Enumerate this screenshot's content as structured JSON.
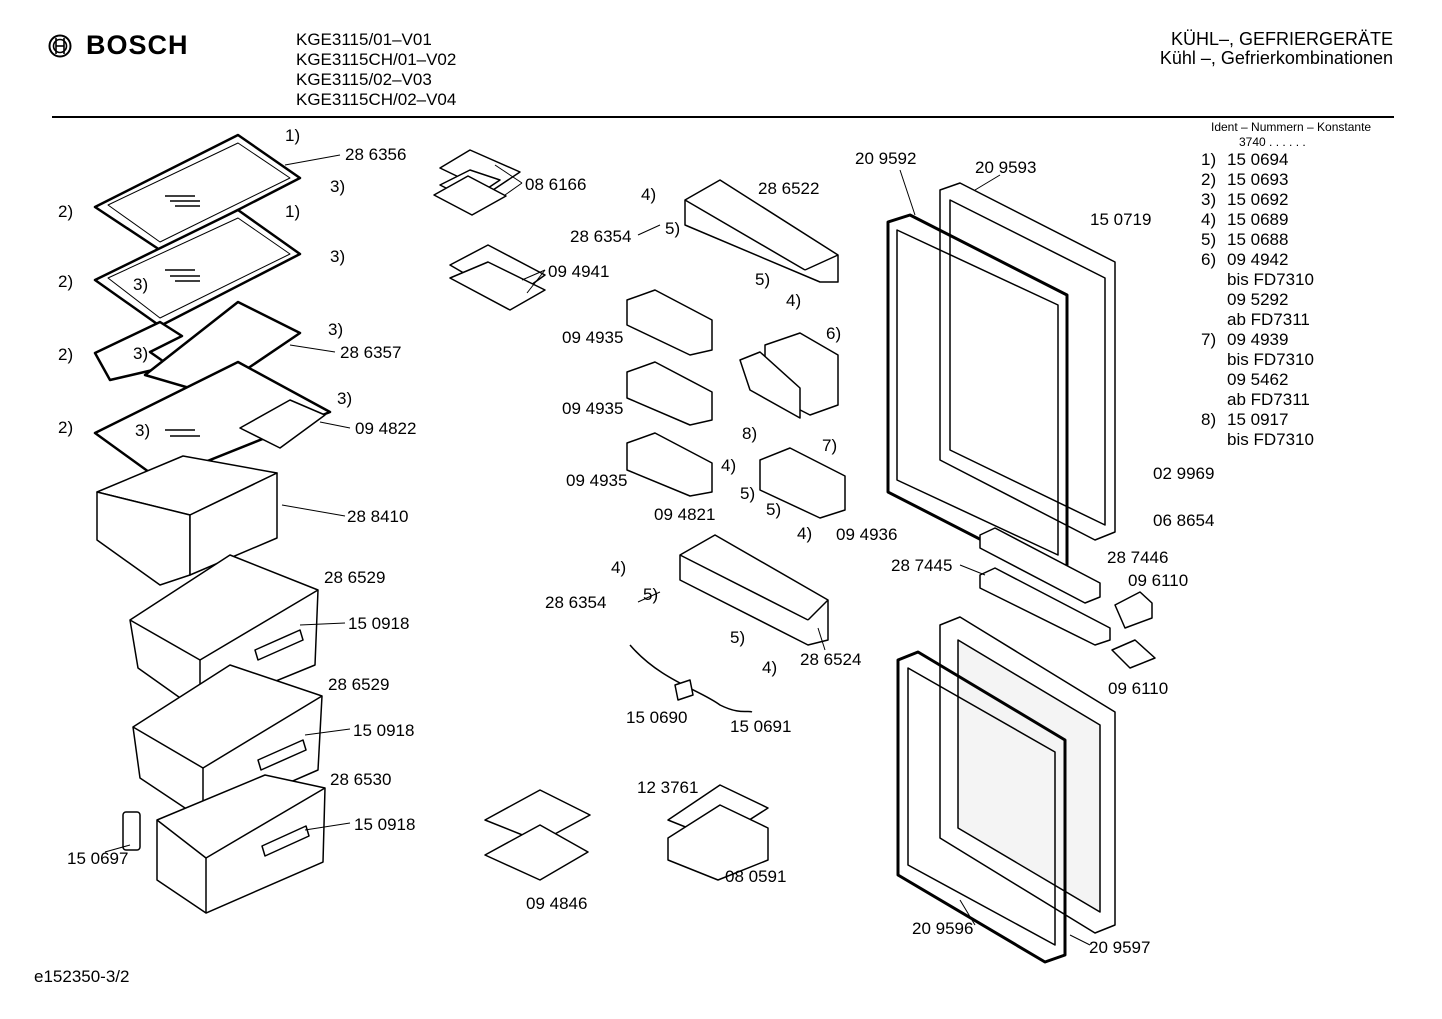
{
  "header": {
    "brand": "BOSCH",
    "models": [
      "KGE3115/01–V01",
      "KGE3115CH/01–V02",
      "KGE3115/02–V03",
      "KGE3115CH/02–V04"
    ],
    "category_line1": "KÜHL–, GEFRIERGERÄTE",
    "category_line2": "Kühl –, Gefrierkombinationen"
  },
  "ident": {
    "title": "Ident – Nummern – Konstante",
    "code": "3740 . .   . . . ."
  },
  "legend": [
    {
      "num": "1)",
      "part": "15 0694"
    },
    {
      "num": "2)",
      "part": "15 0693"
    },
    {
      "num": "3)",
      "part": "15 0692"
    },
    {
      "num": "4)",
      "part": "15 0689"
    },
    {
      "num": "5)",
      "part": "15 0688"
    },
    {
      "num": "6)",
      "part": "09 4942"
    },
    {
      "num": "",
      "part": "bis FD7310"
    },
    {
      "num": "",
      "part": "09 5292"
    },
    {
      "num": "",
      "part": "ab FD7311"
    },
    {
      "num": "7)",
      "part": "09 4939"
    },
    {
      "num": "",
      "part": "bis FD7310"
    },
    {
      "num": "",
      "part": "09 5462"
    },
    {
      "num": "",
      "part": "ab FD7311"
    },
    {
      "num": "8)",
      "part": "15 0917"
    },
    {
      "num": "",
      "part": "bis FD7310"
    }
  ],
  "callouts": {
    "c286356": "28 6356",
    "c286357": "28 6357",
    "c094822": "09 4822",
    "c288410": "28 8410",
    "c286529a": "28 6529",
    "c150918a": "15 0918",
    "c286529b": "28 6529",
    "c150918b": "15 0918",
    "c286530": "28 6530",
    "c150918c": "15 0918",
    "c150697": "15 0697",
    "c086166": "08 6166",
    "c094941": "09 4941",
    "c286522": "28 6522",
    "c286354a": "28 6354",
    "c094935a": "09 4935",
    "c094935b": "09 4935",
    "c094935c": "09 4935",
    "c094821": "09 4821",
    "c094936": "09 4936",
    "c286354b": "28 6354",
    "c286524": "28 6524",
    "c150690": "15 0690",
    "c150691": "15 0691",
    "c123761": "12 3761",
    "c080591": "08 0591",
    "c094846": "09 4846",
    "c209592": "20 9592",
    "c209593": "20 9593",
    "c150719": "15 0719",
    "c029969": "02 9969",
    "c068654": "06 8654",
    "c287446": "28 7446",
    "c287445": "28 7445",
    "c096110a": "09 6110",
    "c096110b": "09 6110",
    "c209596": "20 9596",
    "c209597": "20 9597",
    "r1a": "1)",
    "r1b": "1)",
    "r3a": "3)",
    "r3b": "3)",
    "r3c": "3)",
    "r3d": "3)",
    "r3e": "3)",
    "r3f": "3)",
    "r3g": "3)",
    "r2a": "2)",
    "r2b": "2)",
    "r2c": "2)",
    "r2d": "2)",
    "r4a": "4)",
    "r5a": "5)",
    "r5b": "5)",
    "r4b": "4)",
    "r6": "6)",
    "r8": "8)",
    "r7": "7)",
    "r4c": "4)",
    "r5c": "5)",
    "r5d": "5)",
    "r4d": "4)",
    "r4e": "4)",
    "r5e": "5)",
    "r5f": "5)",
    "r4f": "4)"
  },
  "footer": {
    "doc_id": "e152350-3/2"
  }
}
